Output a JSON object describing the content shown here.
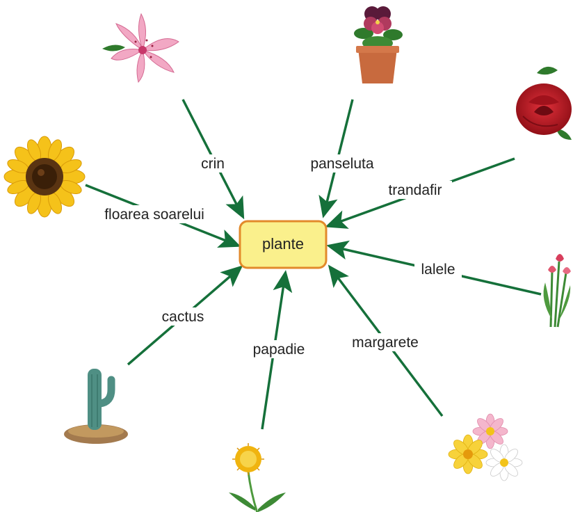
{
  "center": {
    "label": "plante",
    "fill": "#faf08c",
    "border": "#e28a2b"
  },
  "arrow_color": "#15703a",
  "nodes": [
    {
      "id": "crin",
      "label": "crin",
      "icon": "lily-icon"
    },
    {
      "id": "panseluta",
      "label": "panseluta",
      "icon": "pansy-pot-icon"
    },
    {
      "id": "trandafir",
      "label": "trandafir",
      "icon": "rose-icon"
    },
    {
      "id": "floarea-soarelui",
      "label": "floarea soarelui",
      "icon": "sunflower-icon"
    },
    {
      "id": "lalele",
      "label": "lalele",
      "icon": "tulips-icon"
    },
    {
      "id": "cactus",
      "label": "cactus",
      "icon": "cactus-icon"
    },
    {
      "id": "papadie",
      "label": "papadie",
      "icon": "dandelion-icon"
    },
    {
      "id": "margarete",
      "label": "margarete",
      "icon": "daisies-icon"
    }
  ]
}
